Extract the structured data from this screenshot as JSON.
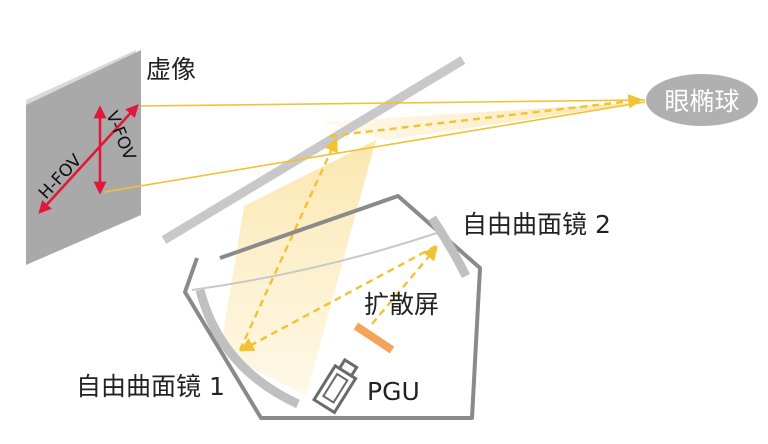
{
  "labels": {
    "virtual_image": "虚像",
    "eyeball": "眼椭球",
    "mirror2": "自由曲面镜 2",
    "diffuser": "扩散屏",
    "mirror1": "自由曲面镜 1",
    "pgu": "PGU",
    "h_fov": "H-FOV",
    "v_fov": "V-FOV"
  },
  "colors": {
    "beam": "#fbe3a6",
    "ray": "#f2c230",
    "fov_arrow": "#e0193a",
    "panel": "#a8a8a8",
    "mirror": "#bdbdbd",
    "housing": "#8a8a8a",
    "eye": "#b3b3b3",
    "diffuser": "#f3a35a"
  }
}
